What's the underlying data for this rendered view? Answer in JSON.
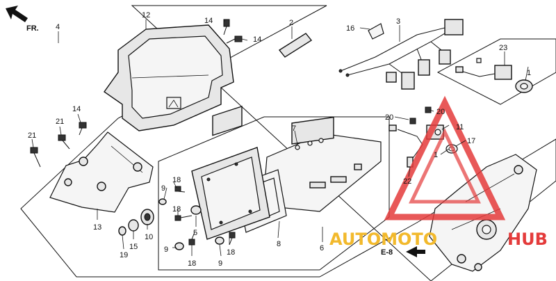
{
  "direction": {
    "label": "FR."
  },
  "callouts": {
    "c1a": "1",
    "c1b": "1",
    "c2": "2",
    "c3": "3",
    "c4": "4",
    "c5": "5",
    "c6": "6",
    "c7": "7",
    "c8": "8",
    "c9a": "9",
    "c9b": "9",
    "c9c": "9",
    "c10": "10",
    "c11": "11",
    "c12": "12",
    "c13": "13",
    "c14a": "14",
    "c14b": "14",
    "c14c": "14",
    "c15": "15",
    "c16": "16",
    "c17": "17",
    "c18a": "18",
    "c18b": "18",
    "c18c": "18",
    "c18d": "18",
    "c19": "19",
    "c20a": "20",
    "c20b": "20",
    "c21a": "21",
    "c21b": "21",
    "c22": "22",
    "c23": "23"
  },
  "reference": {
    "label": "E-8"
  },
  "watermark": {
    "part1": "AUTOMOTO",
    "part2": "HUB",
    "color_triangle": "#e43b3b",
    "color_text": "#f2b92c"
  }
}
